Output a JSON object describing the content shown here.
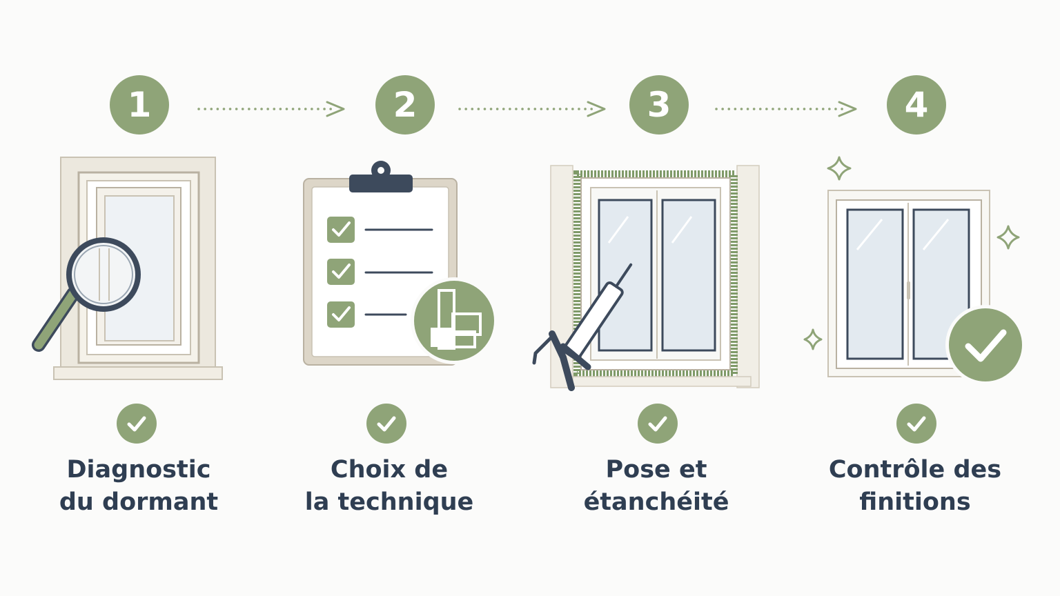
{
  "steps": [
    {
      "number": "1",
      "label_line1": "Diagnostic",
      "label_line2": "du dormant",
      "icon": "magnifier-window-icon"
    },
    {
      "number": "2",
      "label_line1": "Choix de",
      "label_line2": "la technique",
      "icon": "clipboard-checklist-icon"
    },
    {
      "number": "3",
      "label_line1": "Pose et",
      "label_line2": "étanchéité",
      "icon": "caulking-gun-window-icon"
    },
    {
      "number": "4",
      "label_line1": "Contrôle des",
      "label_line2": "finitions",
      "icon": "sparkling-window-icon"
    }
  ],
  "colors": {
    "accent": "#8fa478",
    "text": "#2f3e52",
    "frame": "#e9e4d8",
    "frame_stroke": "#c9c2b3",
    "glass": "#e8eef3",
    "dark": "#3d4a5c",
    "background": "#fbfbfa"
  }
}
